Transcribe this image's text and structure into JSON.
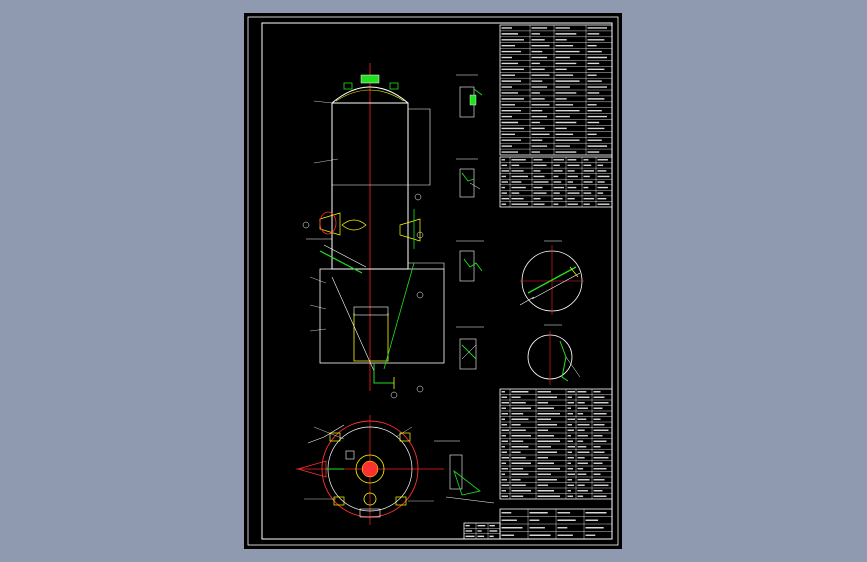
{
  "viewer": {
    "background_color": "#8f9ab0",
    "canvas_color": "#000000",
    "frame_color": "#ffffff",
    "colors": {
      "line": "#ffffff",
      "centerline": "#ff2020",
      "pipe": "#20e020",
      "accent": "#ffff00",
      "nozzle": "#ff3030",
      "dim": "#00ffff"
    }
  },
  "drawing": {
    "tables": {
      "technical_data_rows": 22,
      "nozzle_table_rows": 9,
      "parts_list_rows": 20
    },
    "detail_views": 5,
    "section_views": 2
  }
}
